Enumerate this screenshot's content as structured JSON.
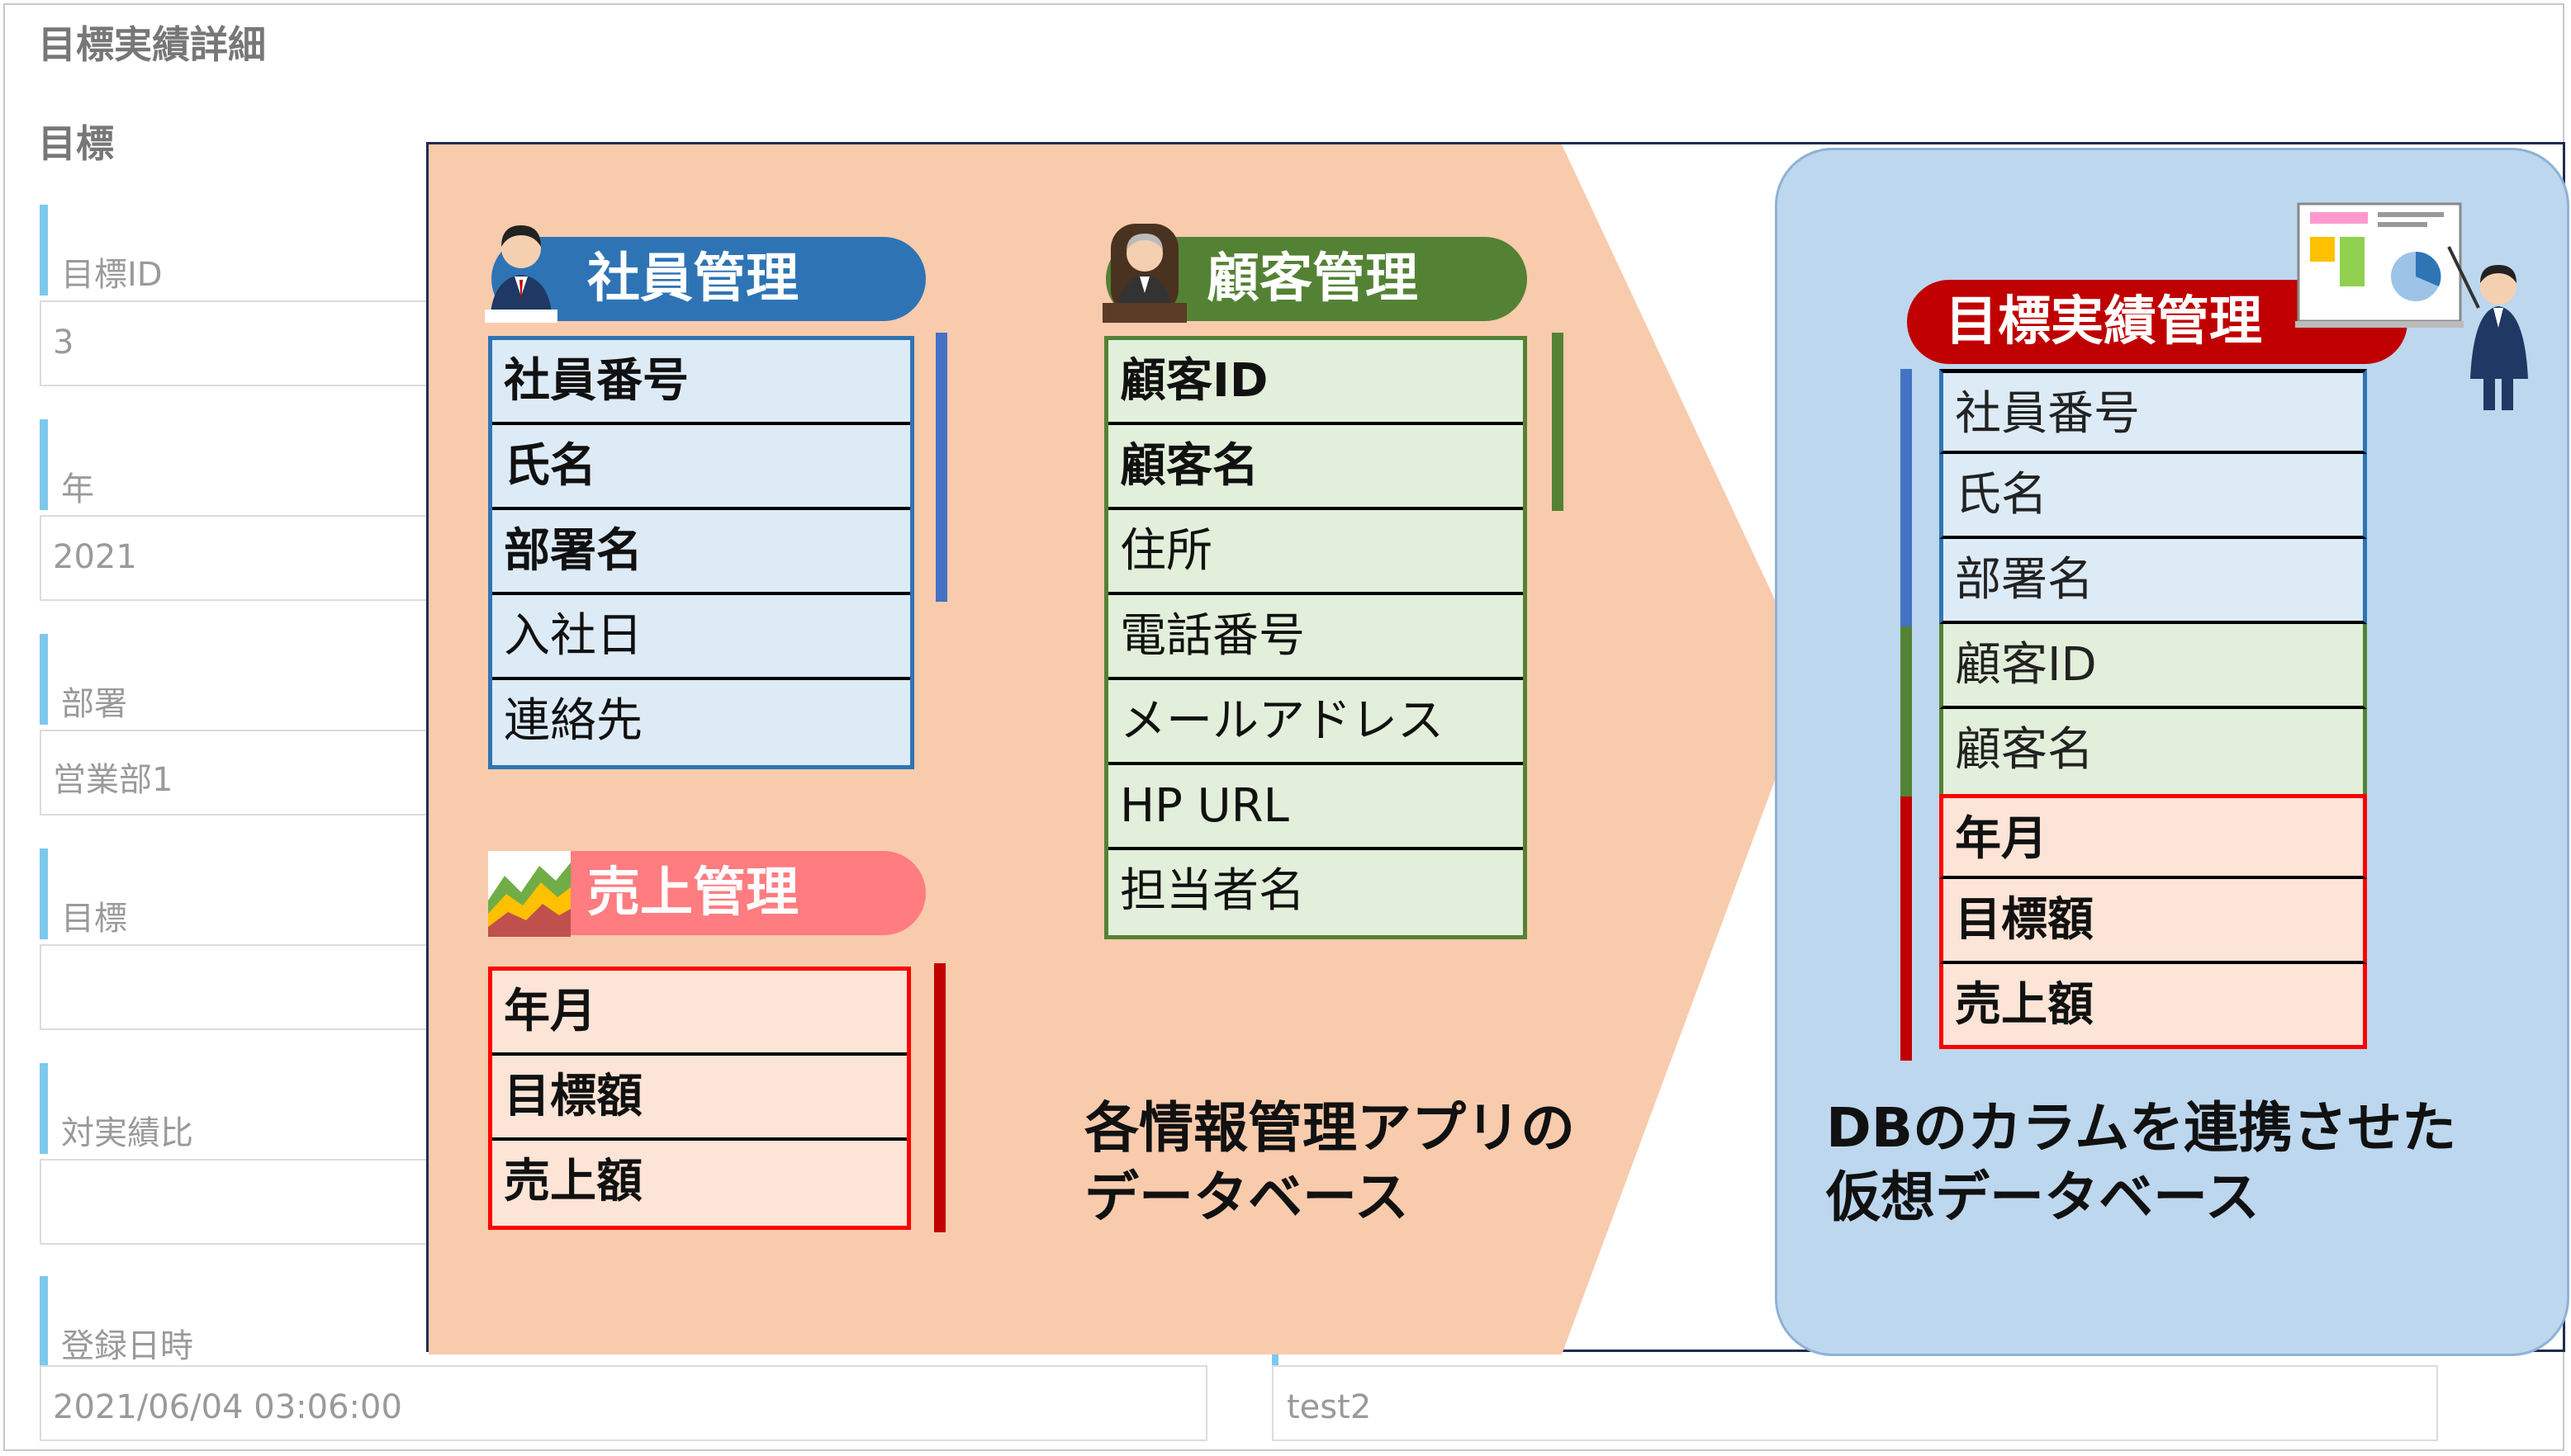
{
  "form": {
    "title": "目標実績詳細",
    "section": "目標",
    "fields": [
      {
        "label": "目標ID",
        "value": "3"
      },
      {
        "label": "年",
        "value": "2021"
      },
      {
        "label": "部署",
        "value": "営業部1"
      },
      {
        "label": "目標",
        "value": ""
      },
      {
        "label": "対実績比",
        "value": ""
      },
      {
        "label": "登録日時",
        "value": "2021/06/04 03:06:00"
      }
    ],
    "right_value": "test2"
  },
  "diagram": {
    "employee": {
      "title": "社員管理",
      "rows": [
        {
          "text": "社員番号",
          "bold": true
        },
        {
          "text": "氏名",
          "bold": true
        },
        {
          "text": "部署名",
          "bold": true
        },
        {
          "text": "入社日",
          "bold": false
        },
        {
          "text": "連絡先",
          "bold": false
        }
      ]
    },
    "customer": {
      "title": "顧客管理",
      "rows": [
        {
          "text": "顧客ID",
          "bold": true
        },
        {
          "text": "顧客名",
          "bold": true
        },
        {
          "text": "住所",
          "bold": false
        },
        {
          "text": "電話番号",
          "bold": false
        },
        {
          "text": "メールアドレス",
          "bold": false
        },
        {
          "text": "HP URL",
          "bold": false
        },
        {
          "text": "担当者名",
          "bold": false
        }
      ]
    },
    "sales": {
      "title": "売上管理",
      "rows": [
        {
          "text": "年月",
          "bold": true
        },
        {
          "text": "目標額",
          "bold": true
        },
        {
          "text": "売上額",
          "bold": true
        }
      ]
    },
    "caption_left": [
      "各情報管理アプリの",
      "データベース"
    ],
    "virtual": {
      "title": "目標実績管理",
      "rows_blue": [
        "社員番号",
        "氏名",
        "部署名"
      ],
      "rows_green": [
        "顧客ID",
        "顧客名"
      ],
      "rows_red": [
        "年月",
        "目標額",
        "売上額"
      ]
    },
    "caption_right": [
      "DBのカラムを連携させた",
      "仮想データベース"
    ]
  },
  "colors": {
    "blue": "#2e74b5",
    "green": "#548235",
    "red": "#ff0000",
    "pink": "#ff7c80",
    "dark_red": "#c00000",
    "peach": "#f8cbad",
    "panel_blue": "#bdd7ee"
  }
}
